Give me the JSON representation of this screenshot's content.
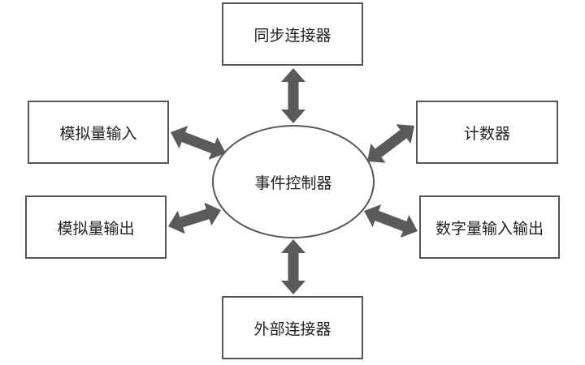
{
  "diagram": {
    "center": {
      "label": "事件控制器"
    },
    "nodes": {
      "top": {
        "label": "同步连接器"
      },
      "left_upper": {
        "label": "模拟量输入"
      },
      "right_upper": {
        "label": "计数器"
      },
      "left_lower": {
        "label": "模拟量输出"
      },
      "right_lower": {
        "label": "数字量输入输出"
      },
      "bottom": {
        "label": "外部连接器"
      }
    },
    "colors": {
      "arrow_fill": "#5a5a5a",
      "border": "#555555",
      "text": "#222222"
    },
    "connections": [
      "bidirectional",
      "bidirectional",
      "bidirectional",
      "bidirectional",
      "bidirectional",
      "bidirectional"
    ]
  }
}
